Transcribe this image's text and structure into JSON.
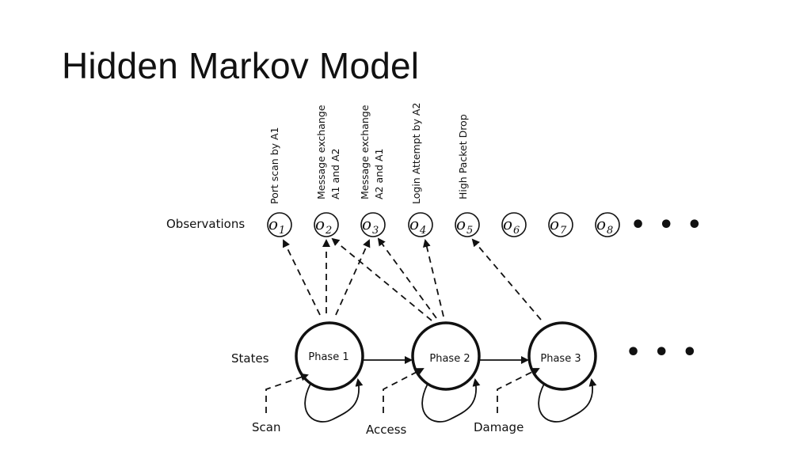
{
  "title": "Hidden Markov Model",
  "labels": {
    "observations": "Observations",
    "states": "States",
    "ellipsis": "• • •"
  },
  "observations": [
    {
      "symbol": "o",
      "index": "1",
      "text": [
        "Port scan by A1"
      ]
    },
    {
      "symbol": "o",
      "index": "2",
      "text": [
        "Message exchange",
        "A1 and A2"
      ]
    },
    {
      "symbol": "o",
      "index": "3",
      "text": [
        "Message exchange",
        "A2 and A1"
      ]
    },
    {
      "symbol": "o",
      "index": "4",
      "text": [
        "Login Attempt by A2"
      ]
    },
    {
      "symbol": "o",
      "index": "5",
      "text": [
        "High Packet Drop"
      ]
    },
    {
      "symbol": "o",
      "index": "6",
      "text": []
    },
    {
      "symbol": "o",
      "index": "7",
      "text": []
    },
    {
      "symbol": "o",
      "index": "8",
      "text": []
    }
  ],
  "states": [
    {
      "label": "Phase 1",
      "input": "Scan"
    },
    {
      "label": "Phase 2",
      "input": "Access"
    },
    {
      "label": "Phase 3",
      "input": "Damage"
    }
  ]
}
